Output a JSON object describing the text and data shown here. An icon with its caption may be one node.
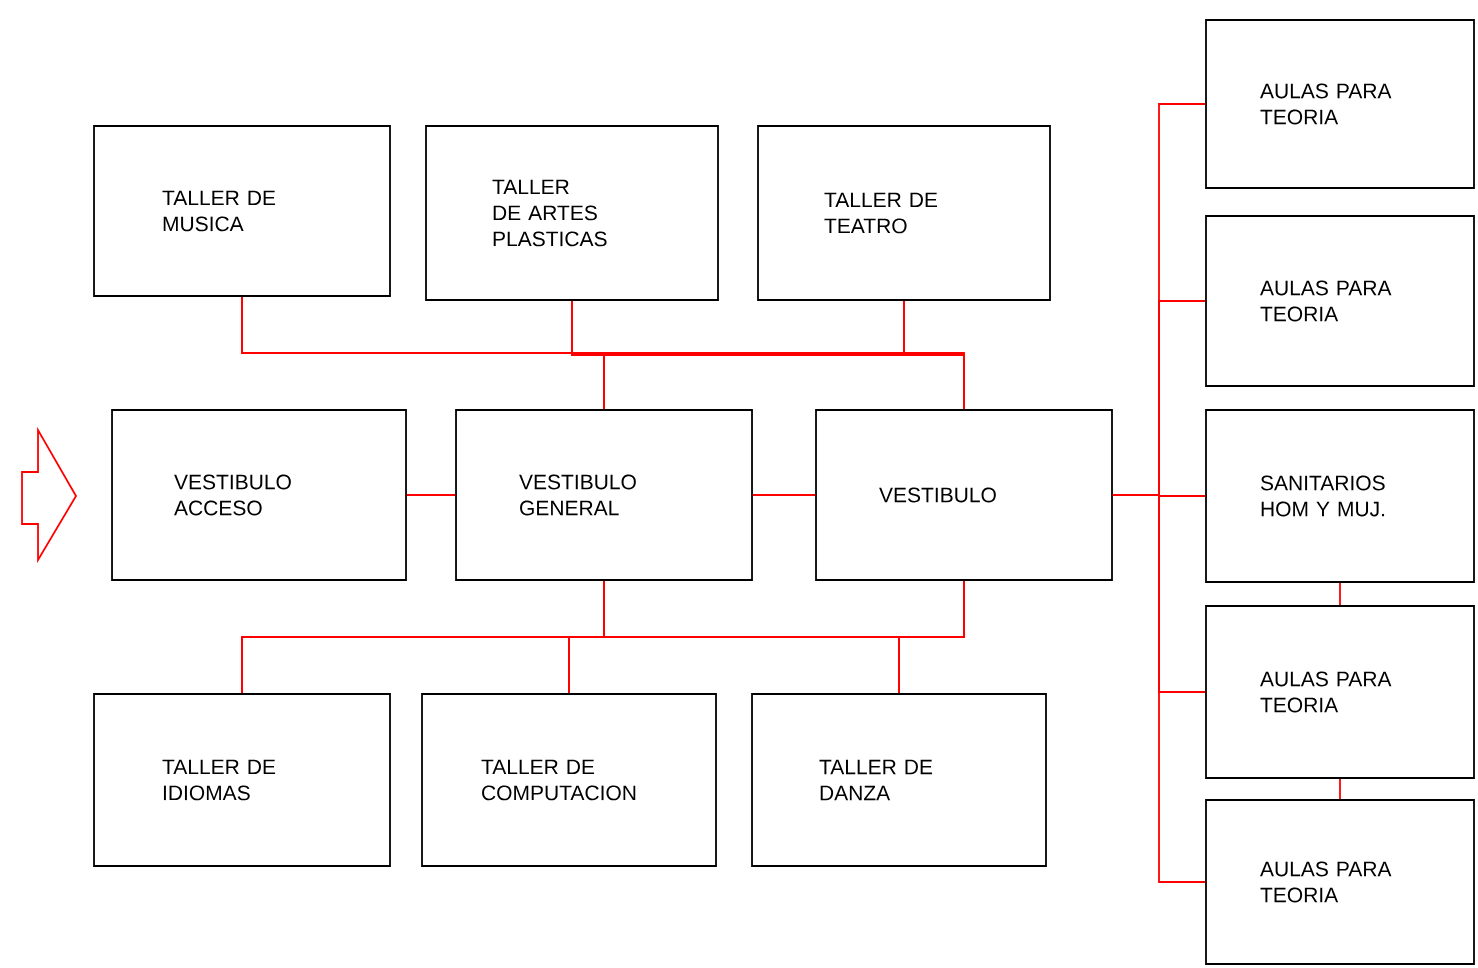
{
  "diagram": {
    "nodes": [
      {
        "text": [
          "TALLER DE MUSICA"
        ]
      },
      {
        "text": [
          "TALLER DE ARTES PLASTICAS"
        ]
      },
      {
        "text": [
          "TALLER DE TEATRO"
        ]
      },
      {
        "text": [
          "VESTIBULO ACCESO"
        ]
      },
      {
        "text": [
          "VESTIBULO GENERAL"
        ]
      },
      {
        "text": [
          "VESTIBULO"
        ]
      },
      {
        "text": [
          "TALLER DE IDIOMAS"
        ]
      },
      {
        "text": [
          "TALLER DE COMPUTACION"
        ]
      },
      {
        "text": [
          "TALLER DE DANZA"
        ]
      },
      {
        "text": [
          "AULAS PARA TEORIA"
        ]
      },
      {
        "text": [
          "AULAS PARA TEORIA"
        ]
      },
      {
        "text": [
          "SANITARIOS HOM Y MUJ."
        ]
      },
      {
        "text": [
          "AULAS PARA TEORIA"
        ]
      },
      {
        "text": [
          "AULAS PARA TEORIA"
        ]
      }
    ],
    "edges": [
      {
        "from": 0,
        "to": 4,
        "arrow": "none"
      },
      {
        "from": 1,
        "to": 4,
        "arrow": "none"
      },
      {
        "from": 2,
        "to": 4,
        "arrow": "none"
      },
      {
        "from": 0,
        "to": 5,
        "arrow": "none"
      },
      {
        "from": 1,
        "to": 5,
        "arrow": "none"
      },
      {
        "from": 2,
        "to": 5,
        "arrow": "none"
      },
      {
        "from": 3,
        "to": 4,
        "arrow": "none"
      },
      {
        "from": 4,
        "to": 5,
        "arrow": "none"
      },
      {
        "from": 4,
        "to": 6,
        "arrow": "none"
      },
      {
        "from": 4,
        "to": 7,
        "arrow": "none"
      },
      {
        "from": 4,
        "to": 8,
        "arrow": "none"
      },
      {
        "from": 5,
        "to": 6,
        "arrow": "none"
      },
      {
        "from": 5,
        "to": 7,
        "arrow": "none"
      },
      {
        "from": 5,
        "to": 8,
        "arrow": "none"
      },
      {
        "from": 5,
        "to": 9,
        "arrow": "none"
      },
      {
        "from": 5,
        "to": 10,
        "arrow": "none"
      },
      {
        "from": 5,
        "to": 11,
        "arrow": "none"
      },
      {
        "from": 5,
        "to": 12,
        "arrow": "none"
      },
      {
        "from": 5,
        "to": 13,
        "arrow": "none"
      },
      {
        "from": 11,
        "to": 12,
        "arrow": "none"
      },
      {
        "from": 12,
        "to": 13,
        "arrow": "none"
      }
    ]
  }
}
